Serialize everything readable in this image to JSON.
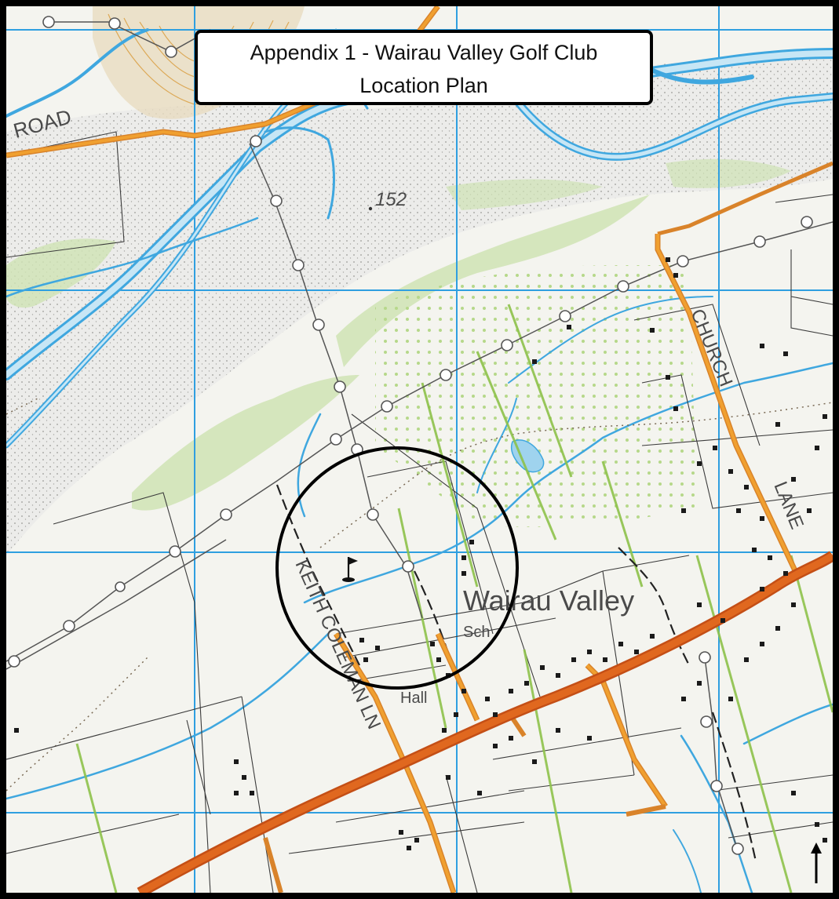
{
  "title": {
    "line1": "Appendix 1 - Wairau Valley Golf Club",
    "line2": "Location Plan"
  },
  "labels": {
    "road": "ROAD",
    "church": "CHURCH",
    "lane": "LANE",
    "keith_coleman": "KEITH COLEMAN LN",
    "wairau_valley": "Wairau Valley",
    "school": "Sch",
    "hall": "Hall",
    "spot_height": "152"
  },
  "icons": {
    "golf": "golf-flag-icon",
    "north": "north-arrow-icon"
  },
  "colors": {
    "river": "#3fa7df",
    "river_fill": "#c7e6f5",
    "road_main": "#e0681f",
    "road_secondary": "#f0a030",
    "vegetation": "#cfe3b4",
    "grid": "#2f9fe0",
    "gravel": "#dcdcd6"
  }
}
